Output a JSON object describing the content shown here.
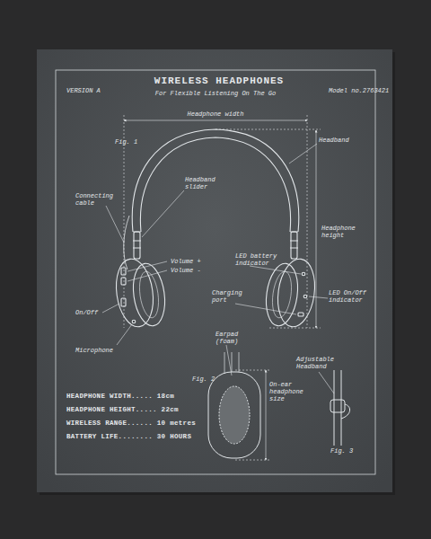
{
  "diagram": {
    "title": "WIRELESS HEADPHONES",
    "labels": [
      "VERSION A",
      "For Flexible Listening On The Go",
      "Model no.2763421",
      "Headphone width",
      "Fig. 1",
      "Headband",
      "Headband slider",
      "Connecting cable",
      "Volume +",
      "Volume -",
      "LED battery indicator",
      "Headphone height",
      "On/Off",
      "Charging port",
      "LED On/Off indicator",
      "Microphone",
      "Earpad (foam)",
      "Adjustable Headband",
      "Fig. 2",
      "On-ear headphone size",
      "Fig. 3",
      "HEADPHONE WIDTH..... 18cm",
      "HEADPHONE HEIGHT..... 22cm",
      "WIRELESS RANGE...... 10 metres",
      "BATTERY LIFE........ 30 HOURS"
    ]
  }
}
